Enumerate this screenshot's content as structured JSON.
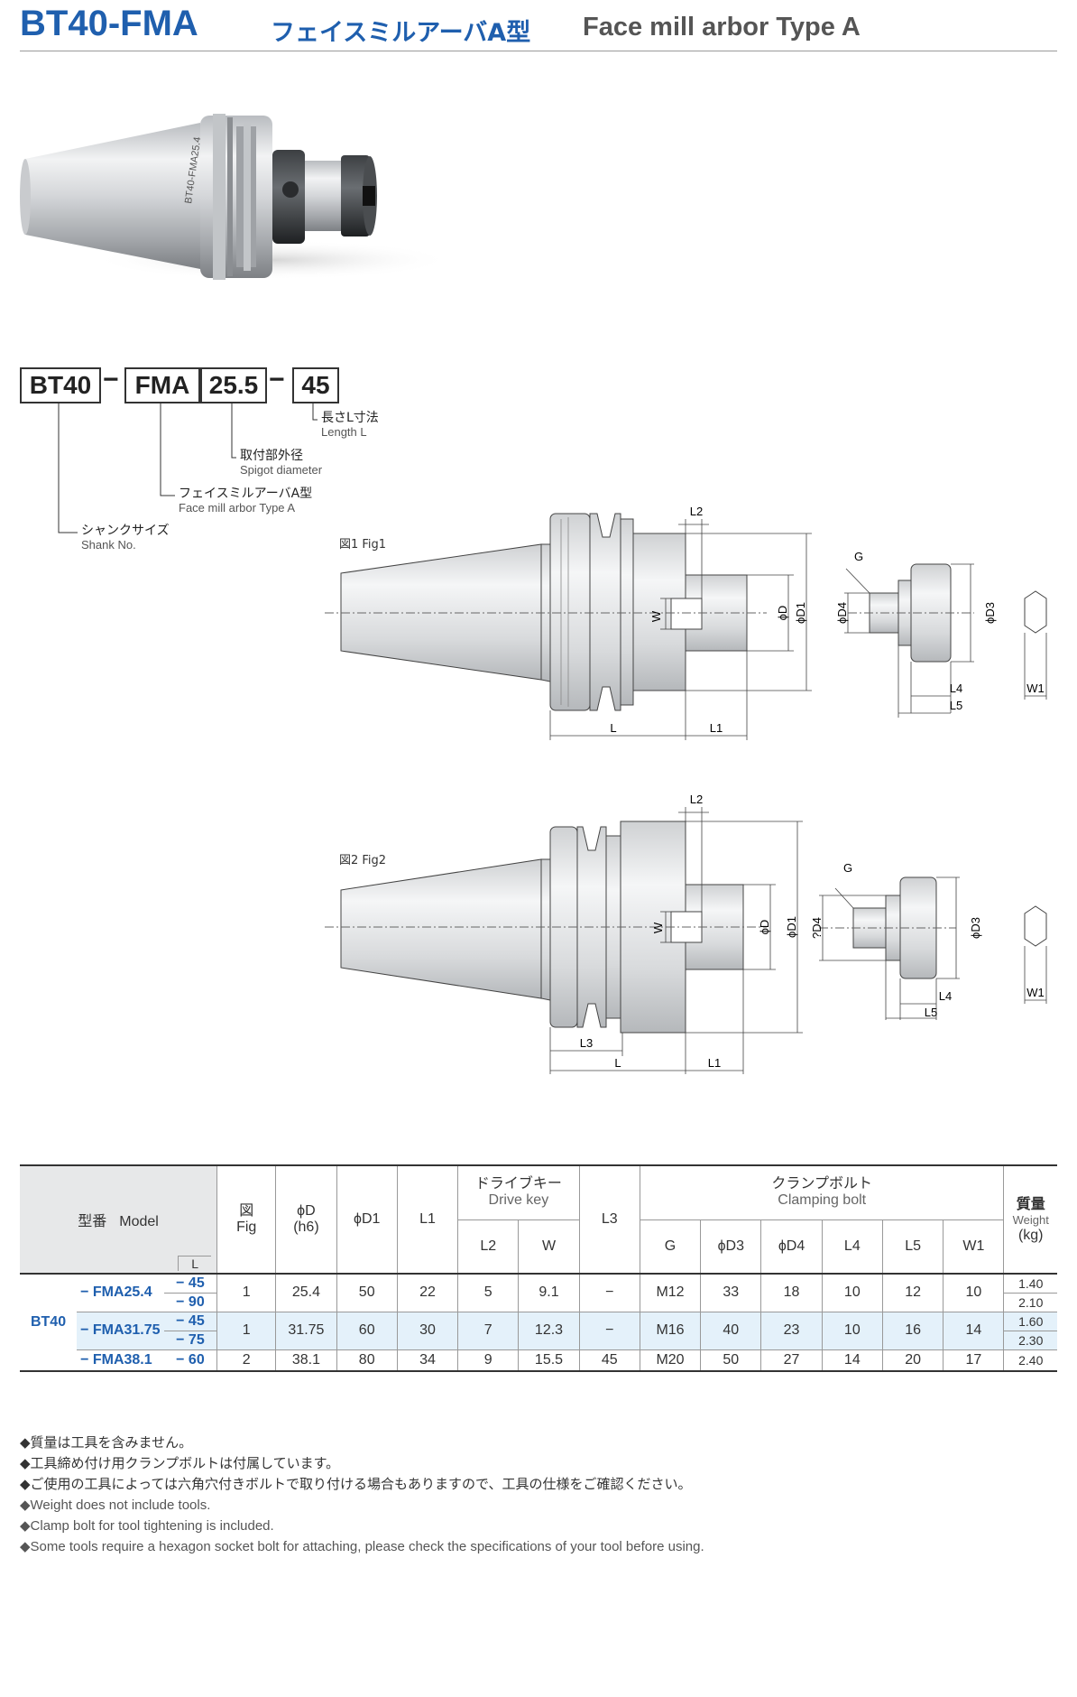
{
  "header": {
    "code": "BT40-FMA",
    "title_jp": "フェイスミルアーバA型",
    "title_en": "Face mill arbor Type A"
  },
  "code_example": {
    "parts": [
      "BT40",
      "FMA",
      "25.5",
      "45"
    ],
    "dash": "−",
    "legend": [
      {
        "jp": "長さL寸法",
        "en": "Length L"
      },
      {
        "jp": "取付部外径",
        "en": "Spigot diameter"
      },
      {
        "jp": "フェイスミルアーバA型",
        "en": "Face mill arbor Type A"
      },
      {
        "jp": "シャンクサイズ",
        "en": "Shank No."
      }
    ]
  },
  "fig1": {
    "label": "図1 Fig1",
    "dims": {
      "L2": "L2",
      "W": "W",
      "D": "ϕD",
      "D1": "ϕD1",
      "L": "L",
      "L1": "L1",
      "G": "G",
      "D4": "ϕD4",
      "D3": "ϕD3",
      "L4": "L4",
      "L5": "L5",
      "W1": "W1"
    }
  },
  "fig2": {
    "label": "図2 Fig2",
    "dims": {
      "L2": "L2",
      "W": "W",
      "D": "ϕD",
      "D1": "ϕD1",
      "L3": "L3",
      "L": "L",
      "L1": "L1",
      "G": "G",
      "D4": "?D4",
      "D3": "ϕD3",
      "L4": "L4",
      "L5": "L5",
      "W1": "W1"
    }
  },
  "table": {
    "headers": {
      "model_jp": "型番",
      "model_en": "Model",
      "L": "L",
      "fig_jp": "図",
      "fig_en": "Fig",
      "D": "ϕD",
      "D_sub": "(h6)",
      "D1": "ϕD1",
      "L1": "L1",
      "drive_key_jp": "ドライブキー",
      "drive_key_en": "Drive key",
      "L2": "L2",
      "W": "W",
      "L3": "L3",
      "clamp_jp": "クランプボルト",
      "clamp_en": "Clamping bolt",
      "G": "G",
      "D3": "ϕD3",
      "D4": "ϕD4",
      "L4": "L4",
      "L5": "L5",
      "W1": "W1",
      "weight_jp": "質量",
      "weight_en": "Weight",
      "weight_unit": "(kg)"
    },
    "shank": "BT40",
    "rows": [
      {
        "model": "− FMA25.4",
        "L": [
          "− 45",
          "− 90"
        ],
        "fig": "1",
        "D": "25.4",
        "D1": "50",
        "L1": "22",
        "L2": "5",
        "W": "9.1",
        "L3": "−",
        "G": "M12",
        "D3": "33",
        "D4": "18",
        "L4": "10",
        "L5": "12",
        "W1": "10",
        "weight": [
          "1.40",
          "2.10"
        ]
      },
      {
        "model": "− FMA31.75",
        "L": [
          "− 45",
          "− 75"
        ],
        "fig": "1",
        "D": "31.75",
        "D1": "60",
        "L1": "30",
        "L2": "7",
        "W": "12.3",
        "L3": "−",
        "G": "M16",
        "D3": "40",
        "D4": "23",
        "L4": "10",
        "L5": "16",
        "W1": "14",
        "weight": [
          "1.60",
          "2.30"
        ]
      },
      {
        "model": "− FMA38.1",
        "L": [
          "− 60"
        ],
        "fig": "2",
        "D": "38.1",
        "D1": "80",
        "L1": "34",
        "L2": "9",
        "W": "15.5",
        "L3": "45",
        "G": "M20",
        "D3": "50",
        "D4": "27",
        "L4": "14",
        "L5": "20",
        "W1": "17",
        "weight": [
          "2.40"
        ]
      }
    ]
  },
  "notes": [
    "◆質量は工具を含みません。",
    "◆工具締め付け用クランプボルトは付属しています。",
    "◆ご使用の工具によっては六角穴付きボルトで取り付ける場合もありますので、工具の仕様をご確認ください。",
    "◆Weight does not include tools.",
    "◆Clamp bolt for tool tightening is included.",
    "◆Some tools require a hexagon socket bolt for attaching, please check the specifications of your tool before using."
  ],
  "photo": {
    "engraving": "BT40-FMA25.4"
  },
  "colors": {
    "title_blue": "#1f5fae",
    "row_highlight": "#e4f1fa",
    "model_blue": "#1f5fae"
  }
}
